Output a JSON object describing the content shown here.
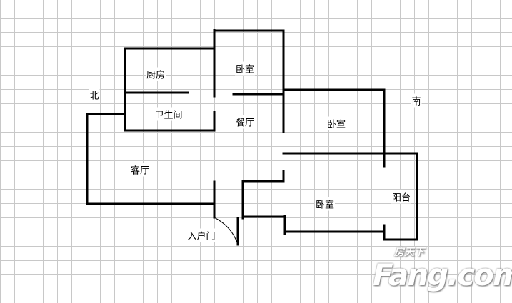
{
  "rooms": {
    "kitchen": "厨房",
    "bedroom_north": "卧室",
    "bathroom": "卫生间",
    "dining": "餐厅",
    "bedroom_middle": "卧室",
    "living": "客厅",
    "bedroom_south": "卧室",
    "balcony": "阳台"
  },
  "compass": {
    "north": "北",
    "south": "南"
  },
  "entrance": "入户门",
  "watermark": {
    "brand": "Fang.com",
    "chinese": "房天下"
  },
  "colors": {
    "wall": "#000000",
    "grid": "#c8c8c8"
  }
}
